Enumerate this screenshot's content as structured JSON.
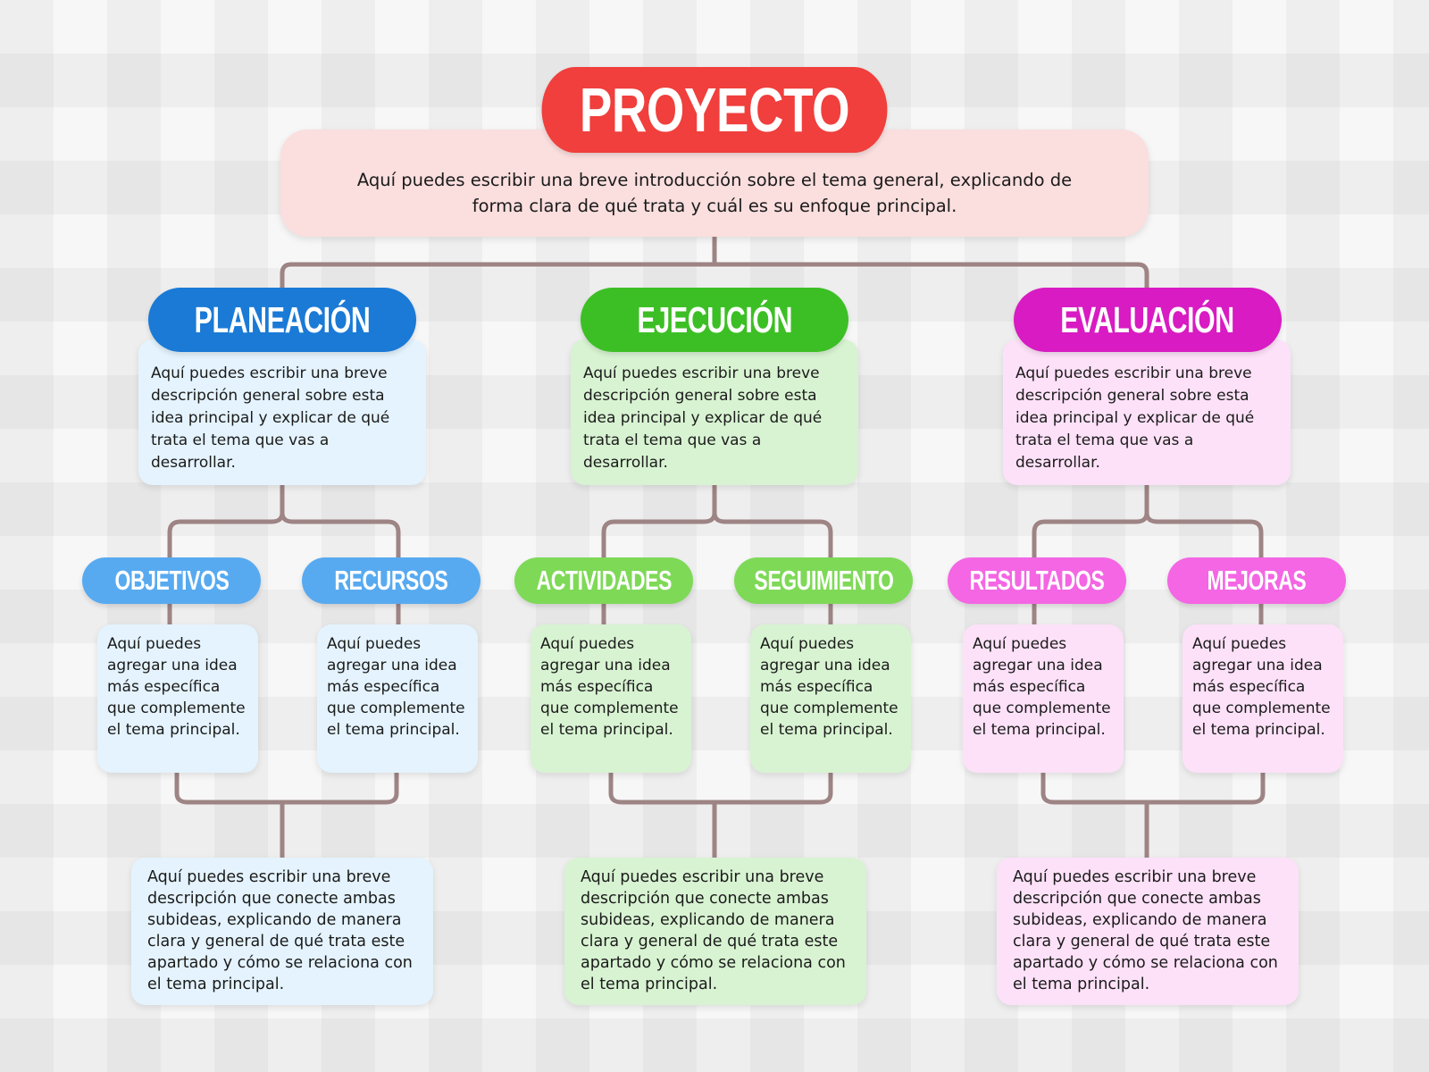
{
  "title": "PROYECTO",
  "intro": "Aquí puedes escribir una breve introducción sobre el tema general, explicando de forma clara de qué trata y cuál es su enfoque principal.",
  "branches": [
    {
      "title": "PLANEACIÓN",
      "description": "Aquí puedes escribir una breve descripción general sobre esta idea principal y explicar de qué trata el tema que vas a desarrollar.",
      "subs": [
        {
          "title": "OBJETIVOS",
          "text": "Aquí puedes agregar una idea más específica que complemente el tema principal."
        },
        {
          "title": "RECURSOS",
          "text": "Aquí puedes agregar una idea más específica que complemente el tema principal."
        }
      ],
      "summary": "Aquí puedes escribir una breve descripción que conecte ambas subideas, explicando de manera clara y general de qué trata este apartado y cómo se relaciona con el tema principal."
    },
    {
      "title": "EJECUCIÓN",
      "description": "Aquí puedes escribir una breve descripción general sobre esta idea principal y explicar de qué trata el tema que vas a desarrollar.",
      "subs": [
        {
          "title": "ACTIVIDADES",
          "text": "Aquí puedes agregar una idea más específica que complemente el tema principal."
        },
        {
          "title": "SEGUIMIENTO",
          "text": "Aquí puedes agregar una idea más específica que complemente el tema principal."
        }
      ],
      "summary": "Aquí puedes escribir una breve descripción que conecte ambas subideas, explicando de manera clara y general de qué trata este apartado y cómo se relaciona con el tema principal."
    },
    {
      "title": "EVALUACIÓN",
      "description": "Aquí puedes escribir una breve descripción general sobre esta idea principal y explicar de qué trata el tema que vas a desarrollar.",
      "subs": [
        {
          "title": "RESULTADOS",
          "text": "Aquí puedes agregar una idea más específica que complemente el tema principal."
        },
        {
          "title": "MEJORAS",
          "text": "Aquí puedes agregar una idea más específica que complemente el tema principal."
        }
      ],
      "summary": "Aquí puedes escribir una breve descripción que conecte ambas subideas, explicando de manera clara y general de qué trata este apartado y cómo se relaciona con el tema principal."
    }
  ],
  "colors": {
    "title": "#f03f3c",
    "intro": "#fbdede",
    "connector": "#9e8484",
    "planeacion": "#1a7ad6",
    "ejecucion": "#3cbf25",
    "evaluacion": "#d81bc2"
  }
}
